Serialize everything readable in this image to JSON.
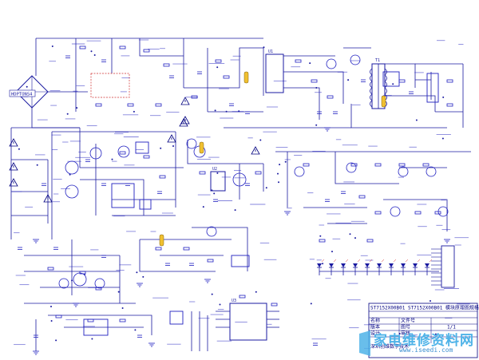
{
  "schematic": {
    "labels": {
      "bridge": "HDPTONS4",
      "transformer": "T1",
      "ic_main": "U1",
      "ic_right": "U2",
      "ic_bottom": "U3"
    },
    "title_block": {
      "header": "ST7152X00B01 ST7152X00B01 模块原理图规格书",
      "row1_left": "名称",
      "row1_mid": "文件号",
      "row2_left": "版本",
      "row2_mid": "图号",
      "row2_right": "1/1",
      "row3_left": "设计",
      "row3_mid": "审核",
      "company": "深圳创维数字技术"
    },
    "colors": {
      "wire": "#1a1aa0",
      "component": "#2020c0",
      "warning": "#000080",
      "fuse": "#f0c030",
      "watermark": "#4fb3e8"
    }
  },
  "watermark": {
    "text": "家电维修资料网",
    "sub": "www.iseedi.com"
  }
}
